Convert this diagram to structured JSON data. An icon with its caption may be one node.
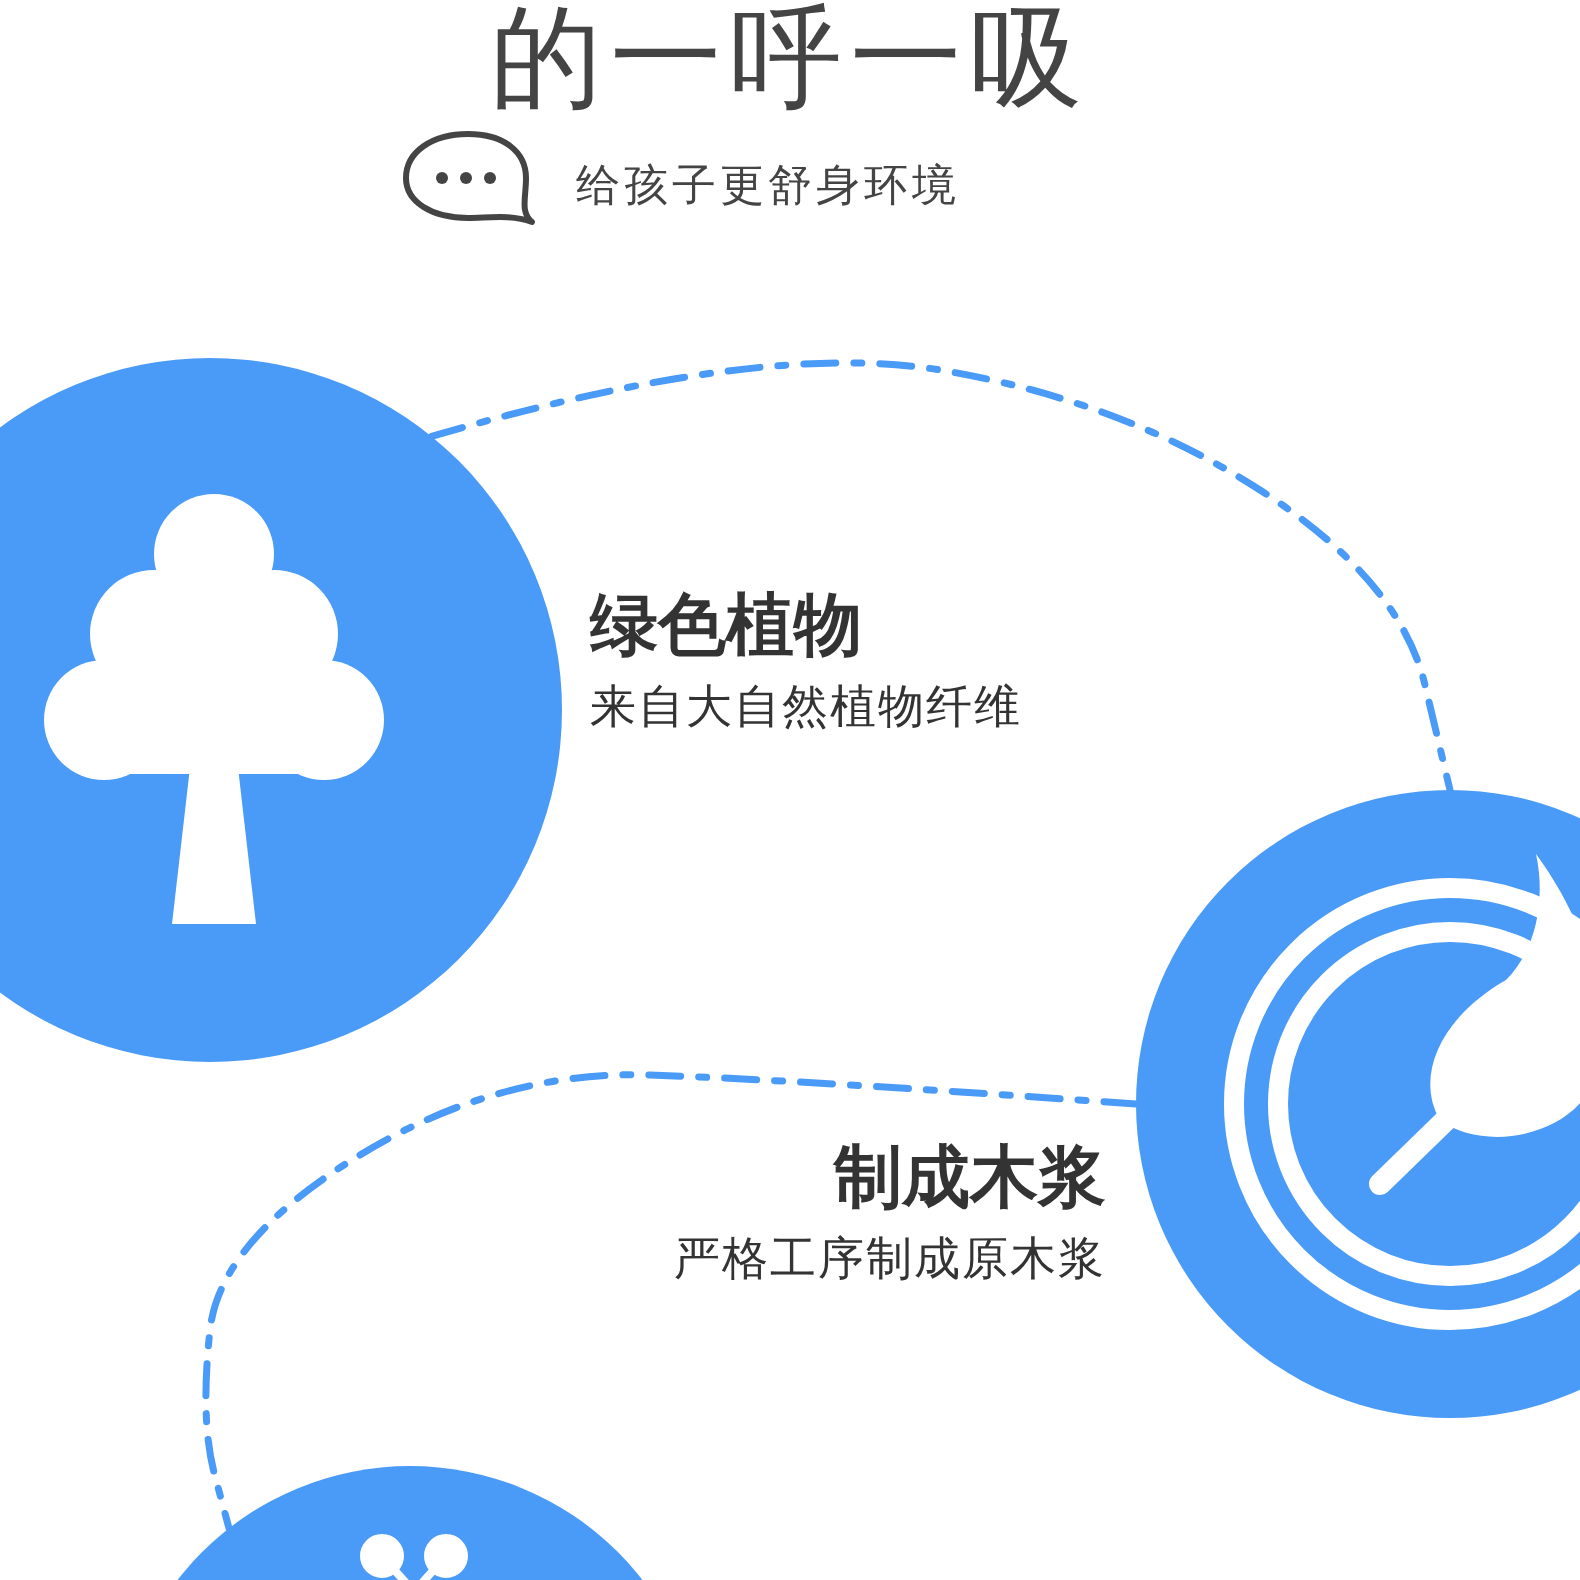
{
  "diagram": {
    "title": "的一呼一吸",
    "nodes": [
      {
        "text": [],
        "shape": "circle",
        "beside": [
          "绿色植物",
          "来自大自然植物纤维"
        ]
      },
      {
        "text": [],
        "shape": "circle",
        "beside": [
          "制成木浆",
          "严格工序制成原木浆"
        ]
      },
      {
        "text": [],
        "shape": "circle"
      }
    ],
    "edges": [
      {
        "from": 0,
        "to": 1,
        "arrow": "none",
        "style": "dashed"
      },
      {
        "from": 1,
        "to": 2,
        "arrow": "none",
        "style": "dashed"
      }
    ],
    "labels": [
      "给孩子更舒身环境"
    ]
  }
}
